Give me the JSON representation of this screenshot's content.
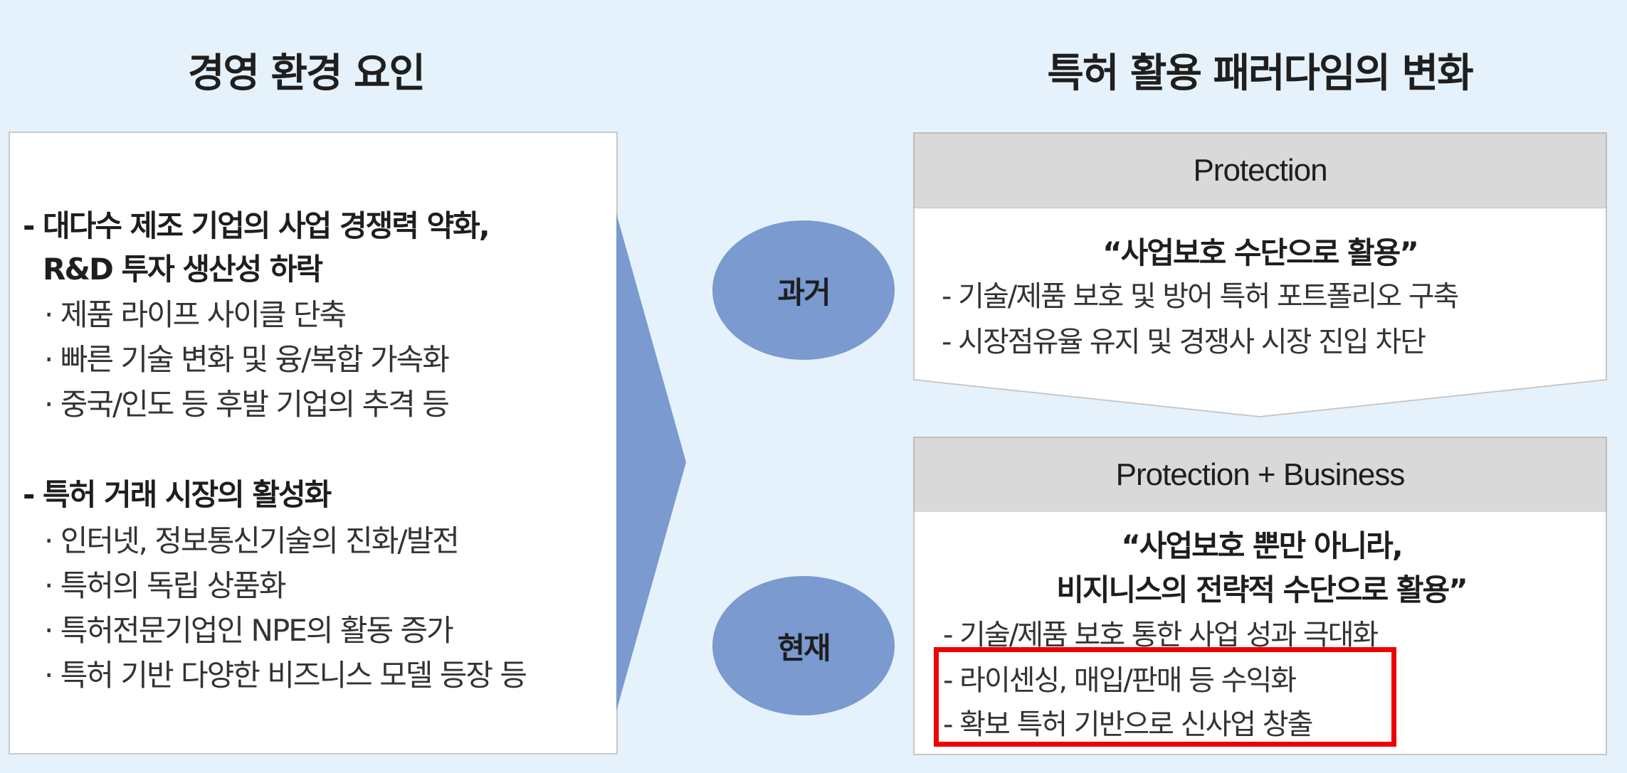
{
  "headings": {
    "left": "경영 환경 요인",
    "right": "특허 활용 패러다임의 변화"
  },
  "left_panel": {
    "group1_title_line1": "- 대다수 제조 기업의 사업 경쟁력 약화,",
    "group1_title_line2": "R&D 투자 생산성 하락",
    "group1_items": [
      "· 제품 라이프 사이클 단축",
      "· 빠른 기술 변화 및 융/복합 가속화",
      "· 중국/인도 등 후발 기업의 추격 등"
    ],
    "group2_title": "- 특허 거래 시장의 활성화",
    "group2_items": [
      "· 인터넷, 정보통신기술의 진화/발전",
      "· 특허의 독립 상품화",
      "· 특허전문기업인 NPE의 활동 증가",
      "· 특허 기반 다양한 비즈니스 모델 등장 등"
    ]
  },
  "timeline": {
    "past": "과거",
    "present": "현재"
  },
  "past_box": {
    "header": "Protection",
    "quote": "“사업보호 수단으로 활용”",
    "items": [
      "- 기술/제품 보호 및 방어 특허 포트폴리오 구축",
      "- 시장점유율 유지 및 경쟁사 시장 진입 차단"
    ]
  },
  "present_box": {
    "header": "Protection + Business",
    "quote_line1": "“사업보호 뿐만 아니라,",
    "quote_line2": "비지니스의 전략적 수단으로 활용”",
    "items": [
      "- 기술/제품 보호 통한 사업 성과 극대화",
      "- 라이센싱, 매입/판매 등 수익화",
      "- 확보 특허 기반으로 신사업 창출"
    ]
  },
  "colors": {
    "background": "#e6f2fb",
    "accent_blue": "#7a9ad0",
    "header_gray": "#d9d9d9",
    "highlight_red": "#ee0000"
  }
}
